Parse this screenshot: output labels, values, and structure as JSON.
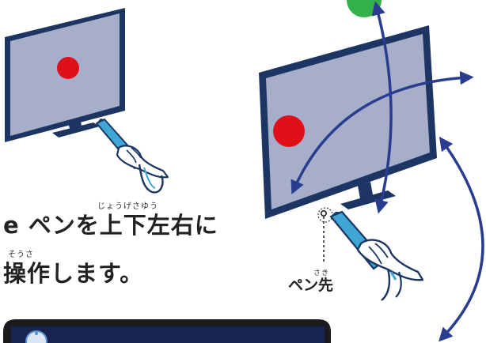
{
  "instruction": {
    "line1_prefix": "e ペンを",
    "line1_kanji": "上下左右",
    "line1_suffix": "に",
    "line1_ruby": "じょうげさゆう",
    "line2_kanji": "操作",
    "line2_suffix": "します。",
    "line2_ruby": "そうさ"
  },
  "pen_tip_label": {
    "kana": "ペン",
    "kanji": "先",
    "ruby": "さき"
  },
  "colors": {
    "monitor_frame": "#1c3563",
    "screen": "#a7aec9",
    "dot": "#e0101b",
    "arrow": "#283d8f",
    "pen": "#3fa7d6",
    "preview_bar": "#1a1a1f"
  }
}
